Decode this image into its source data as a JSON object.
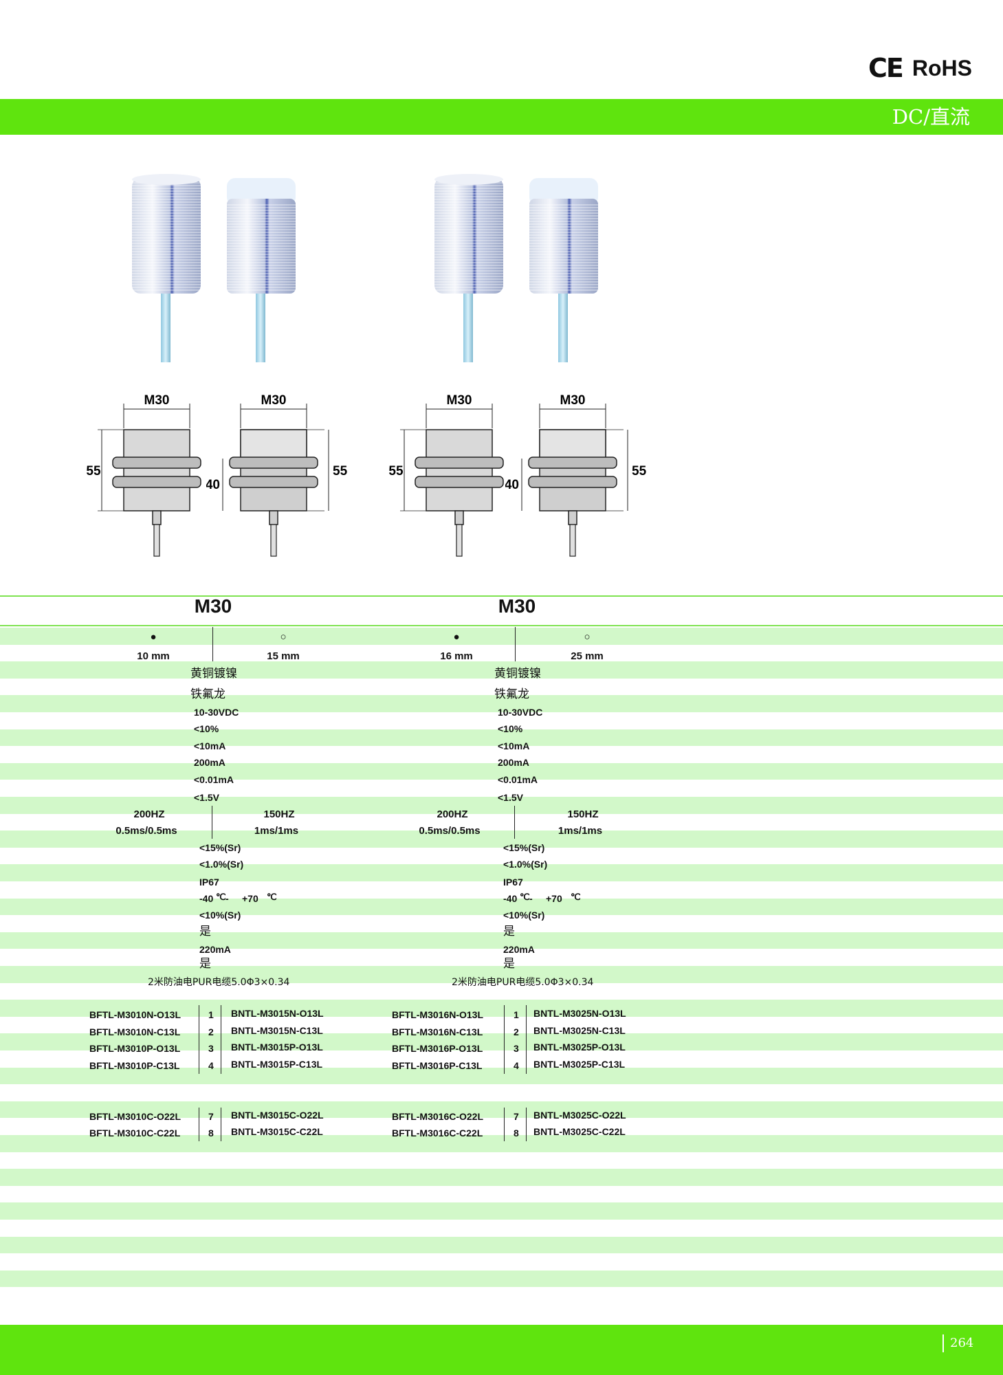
{
  "header": {
    "ce": "CE",
    "rohs": "RoHS",
    "band_title": "DC/直流"
  },
  "columns": [
    {
      "size": "M30",
      "shield_a_symbol": "●",
      "shield_b_symbol": "○",
      "range_a": "10 mm",
      "range_b": "15 mm",
      "material_housing": "黄铜镀镍",
      "material_face": "铁氟龙",
      "supply_voltage": "10-30VDC",
      "ripple": "<10%",
      "no_load_current": "<10mA",
      "output_current": "200mA",
      "leakage_current": "<0.01mA",
      "voltage_drop": "<1.5V",
      "freq_a": "200HZ",
      "freq_b": "150HZ",
      "resp_a": "0.5ms/0.5ms",
      "resp_b": "1ms/1ms",
      "hysteresis": "<15%(Sr)",
      "repeatability": "<1.0%(Sr)",
      "protection": "IP67",
      "temp_low": "-40",
      "temp_sep": " - ",
      "temp_high": "+70",
      "temp_unit": "℃",
      "temp_drift": "<10%(Sr)",
      "short_protect": "是",
      "short_current": "220mA",
      "reverse_protect": "是",
      "cable": "2米防油电PUR电缆5.0Φ3×0.34",
      "models": [
        {
          "left": "BFTL-M3010N-O13L",
          "num": "1",
          "right": "BNTL-M3015N-O13L"
        },
        {
          "left": "BFTL-M3010N-C13L",
          "num": "2",
          "right": "BNTL-M3015N-C13L"
        },
        {
          "left": "BFTL-M3010P-O13L",
          "num": "3",
          "right": "BNTL-M3015P-O13L"
        },
        {
          "left": "BFTL-M3010P-C13L",
          "num": "4",
          "right": "BNTL-M3015P-C13L"
        }
      ],
      "models2": [
        {
          "left": "BFTL-M3010C-O22L",
          "num": "7",
          "right": "BNTL-M3015C-O22L"
        },
        {
          "left": "BFTL-M3010C-C22L",
          "num": "8",
          "right": "BNTL-M3015C-C22L"
        }
      ]
    },
    {
      "size": "M30",
      "shield_a_symbol": "●",
      "shield_b_symbol": "○",
      "range_a": "16 mm",
      "range_b": "25 mm",
      "material_housing": "黄铜镀镍",
      "material_face": "铁氟龙",
      "supply_voltage": "10-30VDC",
      "ripple": "<10%",
      "no_load_current": "<10mA",
      "output_current": "200mA",
      "leakage_current": "<0.01mA",
      "voltage_drop": "<1.5V",
      "freq_a": "200HZ",
      "freq_b": "150HZ",
      "resp_a": "0.5ms/0.5ms",
      "resp_b": "1ms/1ms",
      "hysteresis": "<15%(Sr)",
      "repeatability": "<1.0%(Sr)",
      "protection": "IP67",
      "temp_low": "-40",
      "temp_sep": " - ",
      "temp_high": "+70",
      "temp_unit": "℃",
      "temp_drift": "<10%(Sr)",
      "short_protect": "是",
      "short_current": "220mA",
      "reverse_protect": "是",
      "cable": "2米防油电PUR电缆5.0Φ3×0.34",
      "models": [
        {
          "left": "BFTL-M3016N-O13L",
          "num": "1",
          "right": "BNTL-M3025N-O13L"
        },
        {
          "left": "BFTL-M3016N-C13L",
          "num": "2",
          "right": "BNTL-M3025N-C13L"
        },
        {
          "left": "BFTL-M3016P-O13L",
          "num": "3",
          "right": "BNTL-M3025P-O13L"
        },
        {
          "left": "BFTL-M3016P-C13L",
          "num": "4",
          "right": "BNTL-M3025P-C13L"
        }
      ],
      "models2": [
        {
          "left": "BFTL-M3016C-O22L",
          "num": "7",
          "right": "BNTL-M3025C-O22L"
        },
        {
          "left": "BFTL-M3016C-C22L",
          "num": "8",
          "right": "BNTL-M3025C-C22L"
        }
      ]
    }
  ],
  "drawings": {
    "width_label": "M30",
    "height_flush": "55",
    "height_nonflush": "55",
    "nonflush_body": "40"
  },
  "footer": {
    "page": "264"
  },
  "colors": {
    "band_green": "#5fe40e",
    "row_green": "#d2f8c9"
  }
}
